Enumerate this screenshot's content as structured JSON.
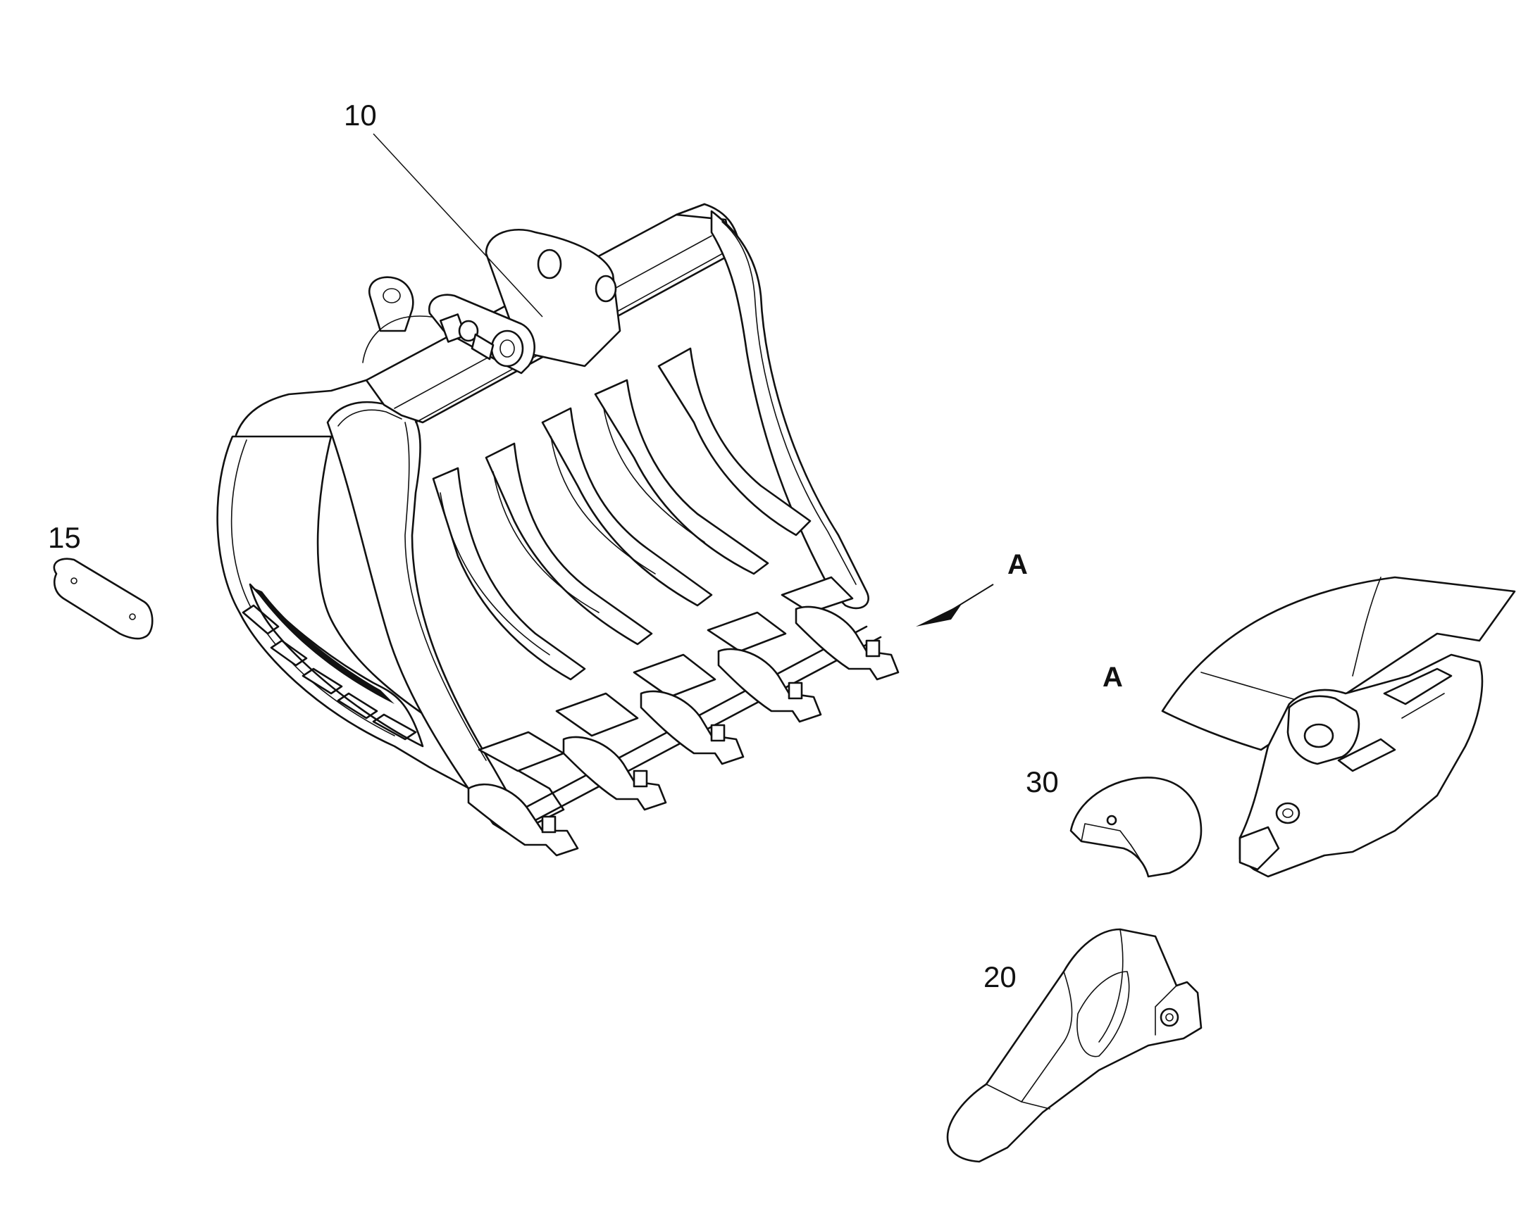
{
  "labels": {
    "bucket": "10",
    "plate": "15",
    "tooth": "20",
    "cap": "30",
    "view_arrow": "A",
    "detail_view": "A"
  }
}
